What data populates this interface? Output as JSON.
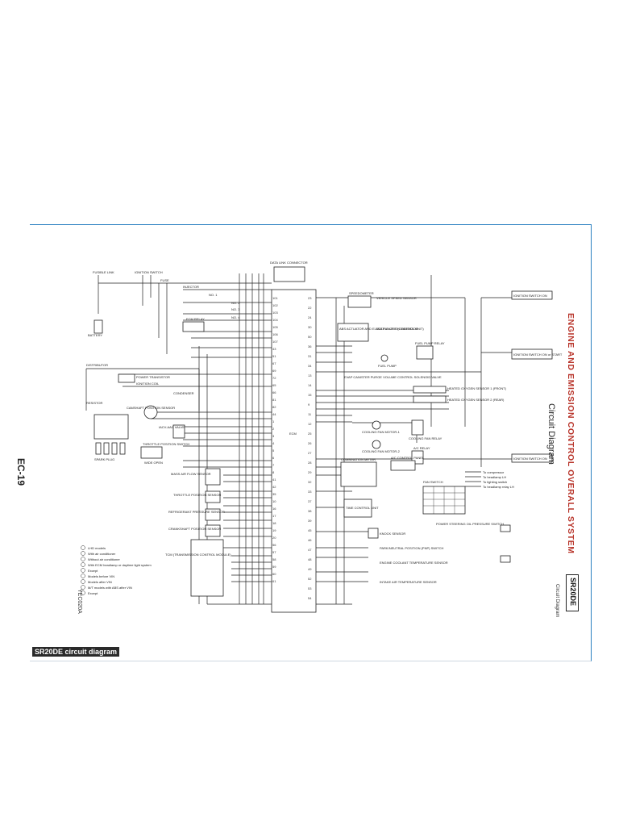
{
  "document": {
    "title": "ENGINE AND EMISSION CONTROL OVERALL SYSTEM",
    "subtitle": "Circuit Diagram",
    "page_code": "EC-19",
    "model": "SR20DE",
    "model_subtitle": "Circuit Diagram",
    "reference_code": "YEC020A",
    "caption": "SR20DE circuit diagram"
  },
  "components": {
    "fusible_link": "FUSIBLE LINK",
    "ignition_switch": "IGNITION SWITCH",
    "battery": "BATTERY",
    "fuse": "FUSE",
    "injector": "INJECTOR",
    "no1": "NO. 1",
    "no2": "NO. 2",
    "no3": "NO. 3",
    "no4": "NO. 4",
    "ecm_relay": "ECM RELAY",
    "distributor": "DISTRIBUTOR",
    "power_transistor": "POWER TRANSISTOR",
    "ignition_coil": "IGNITION COIL",
    "condenser": "CONDENSER",
    "resistor": "RESISTOR",
    "camshaft_sensor": "CAMSHAFT POSITION SENSOR",
    "spark_plug": "SPARK PLUG",
    "iacv_aac": "IACV-AAC VALVE",
    "throttle_switch": "THROTTLE POSITION SWITCH",
    "wide_open": "WIDE OPEN",
    "maf_sensor": "MASS AIR FLOW SENSOR",
    "tps": "THROTTLE POSITION SENSOR",
    "refrigerant_sensor": "REFRIGERANT PRESSURE SENSOR",
    "crankshaft_sensor": "CRANKSHAFT POSITION SENSOR",
    "tcm": "TCM (TRANSMISSION CONTROL MODULE)",
    "data_link": "DATA LINK CONNECTOR",
    "ecm": "ECM",
    "speedometer": "SPEEDOMETER",
    "vehicle_speed_sensor": "VEHICLE SPEED SENSOR",
    "abs_actuator": "ABS ACTUATOR AND ELECTRIC UNIT (CONTROL UNIT)",
    "malfunction_indicator": "MALFUNCTION INDICATOR",
    "fuel_pump_relay": "FUEL PUMP RELAY",
    "fuel_pump": "FUEL PUMP",
    "evap_valve": "EVAP CANISTER PURGE VOLUME CONTROL SOLENOID VALVE",
    "ho2s1": "HEATED OXYGEN SENSOR 1 (FRONT)",
    "ho2s2": "HEATED OXYGEN SENSOR 2 (REAR)",
    "cooling_fan_relay": "COOLING FAN RELAY",
    "fan_motor_1": "COOLING FAN MOTOR-1",
    "fan_motor_2": "COOLING FAN MOTOR-2",
    "ac_relay": "A/C RELAY",
    "combination_meter": "COMBINATION METER",
    "ac_control_panel": "A/C CONTROL PANEL",
    "fan_switch": "FAN SWITCH",
    "time_control_unit": "TIME CONTROL UNIT",
    "knock_sensor": "KNOCK SENSOR",
    "power_steering_switch": "POWER STEERING OIL PRESSURE SWITCH",
    "park_neutral_switch": "PARK/NEUTRAL POSITION (PNP) SWITCH",
    "ect_sensor": "ENGINE COOLANT TEMPERATURE SENSOR",
    "iat_sensor": "INTAKE AIR TEMPERATURE SENSOR",
    "ignition_switch_on": "IGNITION SWITCH ON",
    "ignition_switch_start": "IGNITION SWITCH ON or START",
    "to_compressor": "To compressor",
    "to_headlamp": "To headlamp LH",
    "to_lighting": "To lighting switch",
    "to_headlamp_relay": "To headlamp relay LH"
  },
  "legend": [
    "LHD models",
    "With air conditioner",
    "Without air conditioner",
    "With ECM headlamp or daytime light system",
    "Except",
    "Models before VIN",
    "Models after VIN",
    "M/T models with ABS after VIN",
    "Except"
  ],
  "ecm_left_pins": [
    "101",
    "102",
    "103",
    "104",
    "105",
    "106",
    "107",
    "43",
    "51",
    "67",
    "69",
    "72",
    "65",
    "66",
    "81",
    "82",
    "44",
    "1",
    "2",
    "3",
    "4",
    "5",
    "6",
    "7",
    "8",
    "41",
    "42",
    "35",
    "10",
    "16",
    "17",
    "18",
    "19",
    "20",
    "56",
    "57",
    "58",
    "59",
    "60",
    "61"
  ],
  "ecm_right_pins": [
    "23",
    "22",
    "24",
    "30",
    "50",
    "36",
    "31",
    "34",
    "13",
    "14",
    "15",
    "9",
    "11",
    "12",
    "25",
    "26",
    "27",
    "28",
    "29",
    "32",
    "33",
    "37",
    "38",
    "39",
    "45",
    "46",
    "47",
    "48",
    "49",
    "52",
    "53",
    "54"
  ],
  "colors": {
    "title": "#b8342a",
    "frame": "#2a7fc0",
    "wire": "#222222",
    "caption_bg": "#2a2a2a"
  }
}
